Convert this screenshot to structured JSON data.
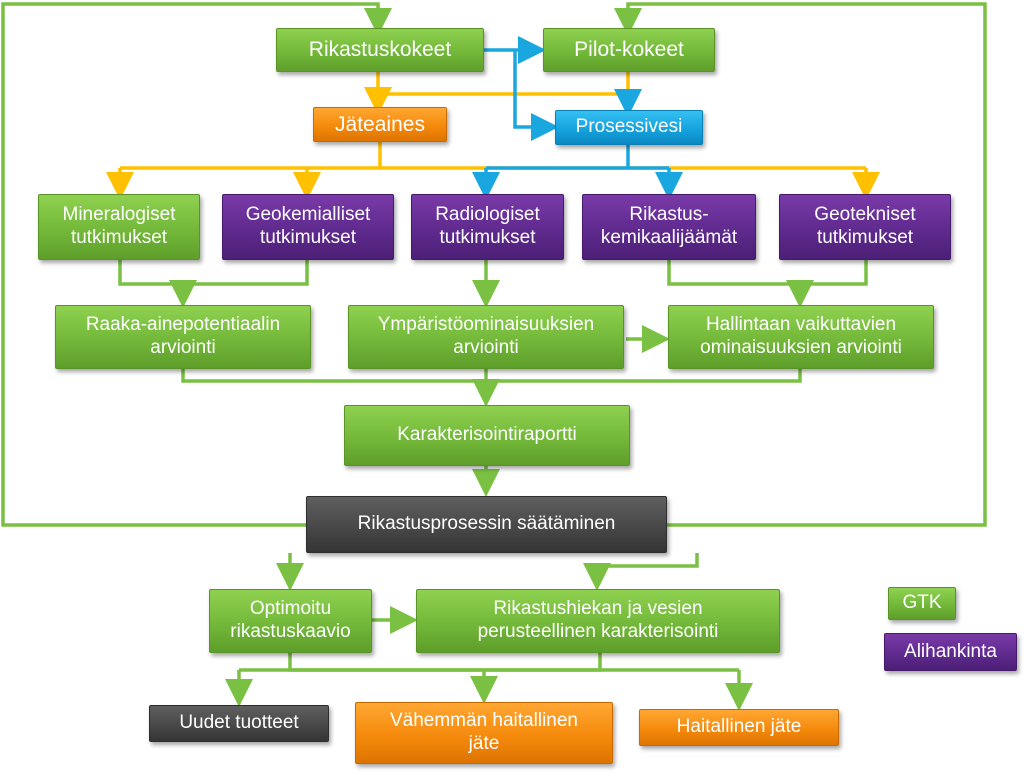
{
  "colors": {
    "green": "#7ac143",
    "purple": "#5c2d91",
    "orange": "#f7941d",
    "blue": "#1aa7e0",
    "gray": "#4a4a4a",
    "yellow_arrow": "#ffc000"
  },
  "nodes": {
    "rikastuskokeet": "Rikastuskokeet",
    "pilot_kokeet": "Pilot-kokeet",
    "jateaines": "Jäteaines",
    "prosessivesi": "Prosessivesi",
    "mineralogiset": "Mineralogiset\ntutkimukset",
    "geokemialliset": "Geokemialliset\ntutkimukset",
    "radiologiset": "Radiologiset\ntutkimukset",
    "rikastuskemikaali": "Rikastus-\nkemikaalijäämät",
    "geotekniset": "Geotekniset\ntutkimukset",
    "raaka_aine": "Raaka-ainepotentiaalin\narviointi",
    "ymparisto": "Ympäristöominaisuuksien\narviointi",
    "hallinta": "Hallintaan vaikuttavien\nominaisuuksien arviointi",
    "karakterisointiraportti": "Karakterisointiraportti",
    "saataminen": "Rikastusprosessin säätäminen",
    "optimoitu": "Optimoitu\nrikastuskaavio",
    "rikastushiekka": "Rikastushiekan ja vesien\nperusteellinen karakterisointi",
    "uudet_tuotteet": "Uudet tuotteet",
    "vahemman": "Vähemmän haitallinen\njäte",
    "haitallinen": "Haitallinen jäte"
  },
  "legend": {
    "gtk": "GTK",
    "alihankinta": "Alihankinta"
  }
}
